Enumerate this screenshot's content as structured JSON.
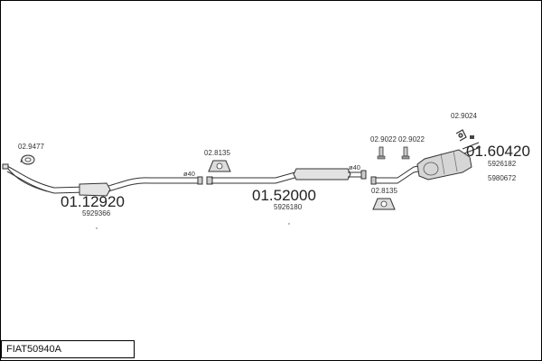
{
  "diagram": {
    "title": "FIAT50940A",
    "parts": [
      {
        "id": "front-pipe",
        "number": "01.12920",
        "oem": "5929366"
      },
      {
        "id": "center-pipe",
        "number": "01.52000",
        "oem": "5926180"
      },
      {
        "id": "rear-muffler",
        "number": "01.60420",
        "oem": [
          "5926182",
          "5980672"
        ]
      }
    ],
    "fittings": [
      {
        "id": "gasket-front",
        "number": "02.9477"
      },
      {
        "id": "hanger-mid",
        "number": "02.8135"
      },
      {
        "id": "hanger-rear",
        "number": "02.8135"
      },
      {
        "id": "bolt-a",
        "number": "02.9022"
      },
      {
        "id": "bolt-b",
        "number": "02.9022"
      },
      {
        "id": "clamp-rear",
        "number": "02.9024"
      }
    ],
    "diameter_labels": [
      "ø40",
      "ø40"
    ]
  }
}
